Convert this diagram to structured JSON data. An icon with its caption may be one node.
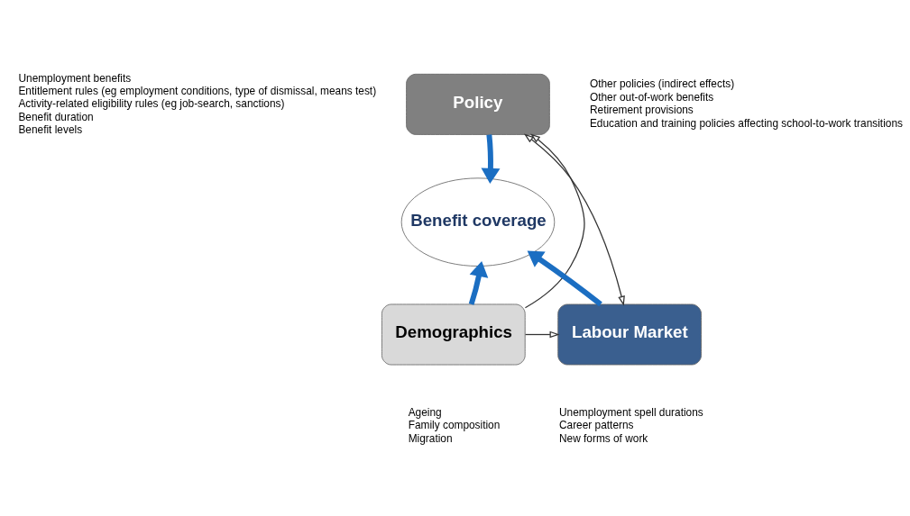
{
  "diagram": {
    "nodes": [
      {
        "text": [
          "Policy"
        ],
        "beside": [
          "Unemployment benefits",
          "Entitlement rules (eg employment conditions, type of dismissal, means test)",
          "Activity-related eligibility rules (eg job-search, sanctions)",
          "Benefit duration",
          "Benefit levels"
        ]
      },
      {
        "text": [
          "Benefit coverage"
        ]
      },
      {
        "text": [
          "Demographics"
        ],
        "beside": [
          "Ageing",
          "Family composition",
          "Migration"
        ]
      },
      {
        "text": [
          "Labour Market"
        ],
        "beside": [
          "Unemployment spell durations",
          "Career patterns",
          "New forms of work"
        ]
      }
    ],
    "edges": [
      {
        "from": 2,
        "to": 0,
        "arrow": "to"
      },
      {
        "from": 0,
        "to": 3,
        "arrow": "both"
      },
      {
        "from": 2,
        "to": 3,
        "arrow": "to"
      },
      {
        "from": 0,
        "to": 1,
        "arrow": "to",
        "style": "thick",
        "color": "#1b6ec2"
      },
      {
        "from": 2,
        "to": 1,
        "arrow": "to",
        "style": "thick",
        "color": "#1b6ec2"
      },
      {
        "from": 3,
        "to": 1,
        "arrow": "to",
        "style": "thick",
        "color": "#1b6ec2"
      }
    ],
    "labels": [
      "Other policies (indirect effects)",
      "Other out-of-work benefits",
      "Retirement provisions",
      "Education and training policies affecting school-to-work transitions"
    ]
  }
}
